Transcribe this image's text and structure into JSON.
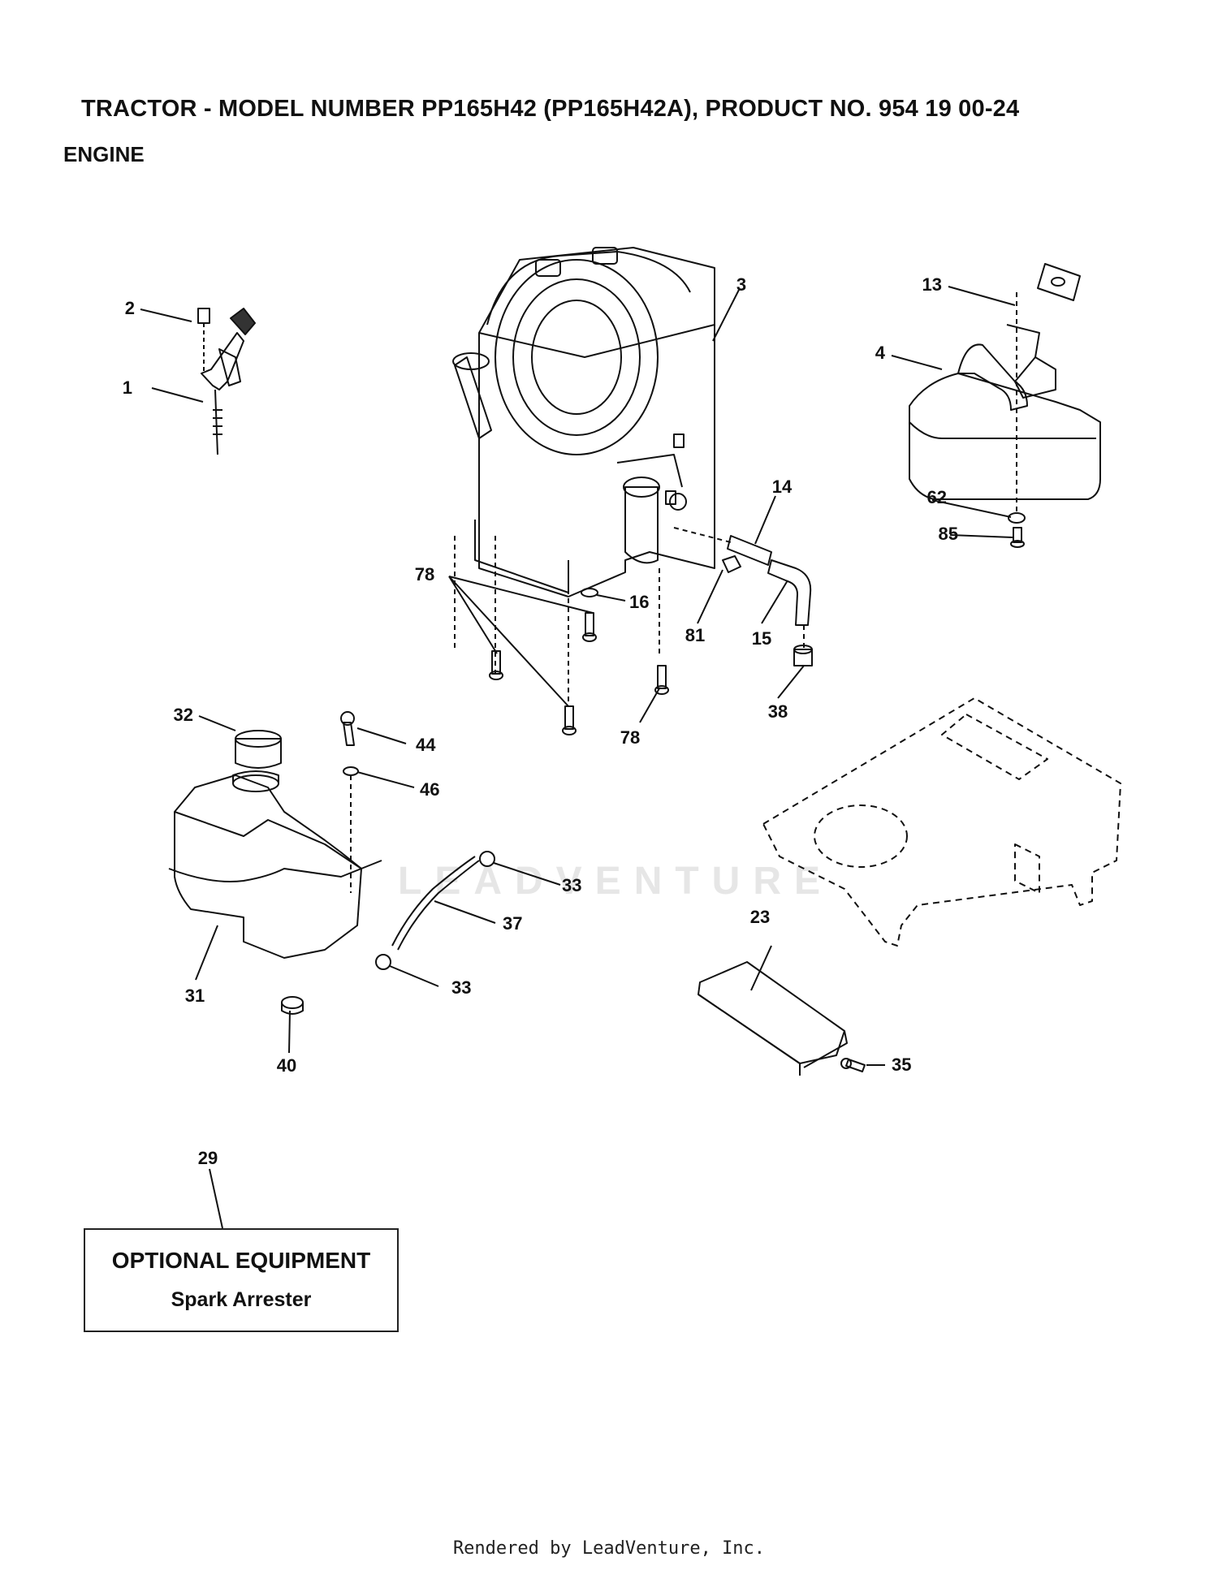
{
  "header": {
    "title": "TRACTOR - MODEL NUMBER PP165H42 (PP165H42A), PRODUCT NO. 954 19 00-24",
    "section": "ENGINE"
  },
  "callouts": [
    "1",
    "2",
    "3",
    "4",
    "13",
    "14",
    "15",
    "16",
    "23",
    "29",
    "31",
    "32",
    "33",
    "33",
    "35",
    "37",
    "38",
    "40",
    "44",
    "46",
    "62",
    "78",
    "78",
    "81",
    "85"
  ],
  "optional_box": {
    "title": "OPTIONAL EQUIPMENT",
    "item": "Spark Arrester"
  },
  "watermark": "LEADVENTURE",
  "footer": "Rendered by LeadVenture, Inc."
}
